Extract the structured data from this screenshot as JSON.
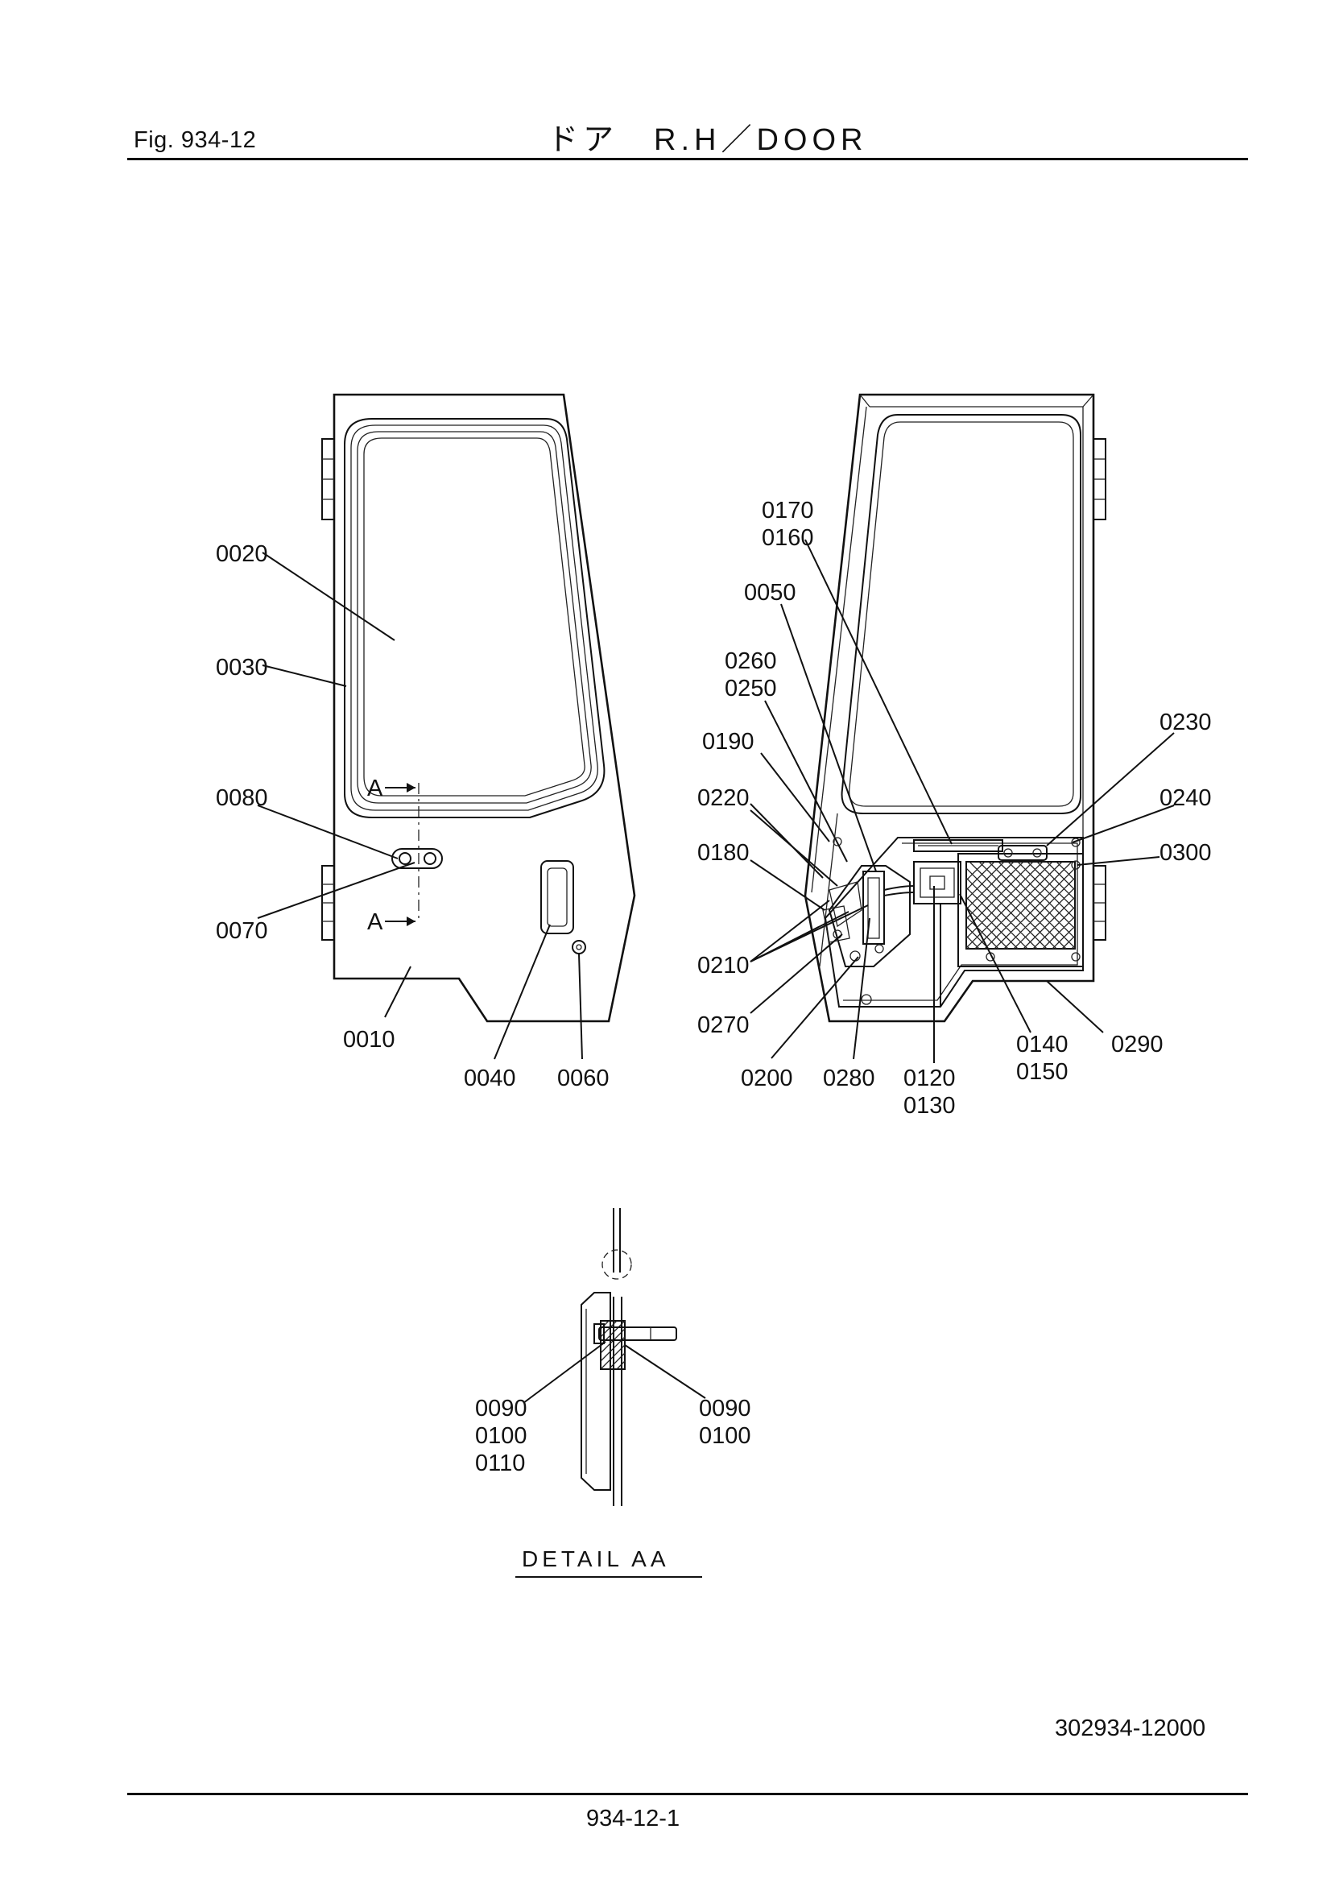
{
  "header": {
    "figure": "Fig.  934-12",
    "title": "ドア　R.H／DOOR"
  },
  "footer": {
    "drawing_number": "302934-12000",
    "page_number": "934-12-1"
  },
  "section_marker": "A",
  "detail_caption": "DETAIL AA",
  "labels": {
    "p0020": "0020",
    "p0030": "0030",
    "p0080": "0080",
    "p0070": "0070",
    "p0010": "0010",
    "p0040": "0040",
    "p0060": "0060",
    "p0170": "0170",
    "p0160": "0160",
    "p0050": "0050",
    "p0260": "0260",
    "p0250": "0250",
    "p0190": "0190",
    "p0220": "0220",
    "p0180": "0180",
    "p0210": "0210",
    "p0270": "0270",
    "p0200": "0200",
    "p0280": "0280",
    "p0120": "0120",
    "p0130": "0130",
    "p0140": "0140",
    "p0150": "0150",
    "p0290": "0290",
    "p0230": "0230",
    "p0240": "0240",
    "p0300": "0300",
    "d0090a": "0090",
    "d0100a": "0100",
    "d0110a": "0110",
    "d0090b": "0090",
    "d0100b": "0100"
  }
}
